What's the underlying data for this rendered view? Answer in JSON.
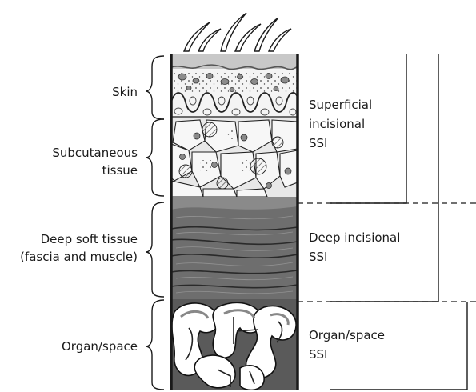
{
  "layers": [
    {
      "id": "skin",
      "label": "Skin"
    },
    {
      "id": "subcutaneous",
      "label_lines": [
        "Subcutaneous",
        "tissue"
      ]
    },
    {
      "id": "deep",
      "label_lines": [
        "Deep soft tissue",
        "(fascia and muscle)"
      ]
    },
    {
      "id": "organ",
      "label": "Organ/space"
    }
  ],
  "classifications": [
    {
      "id": "superficial",
      "label_lines": [
        "Superficial",
        "incisional",
        "SSI"
      ]
    },
    {
      "id": "deep",
      "label_lines": [
        "Deep incisional",
        "SSI"
      ]
    },
    {
      "id": "organ",
      "label_lines": [
        "Organ/space",
        "SSI"
      ]
    }
  ],
  "colors": {
    "ink": "#1a1a1a",
    "skin": "#dcdcdc",
    "subcutaneous": "#e6e6e6",
    "muscle": "#6e6e6e",
    "organ": "#b0b0b0"
  }
}
